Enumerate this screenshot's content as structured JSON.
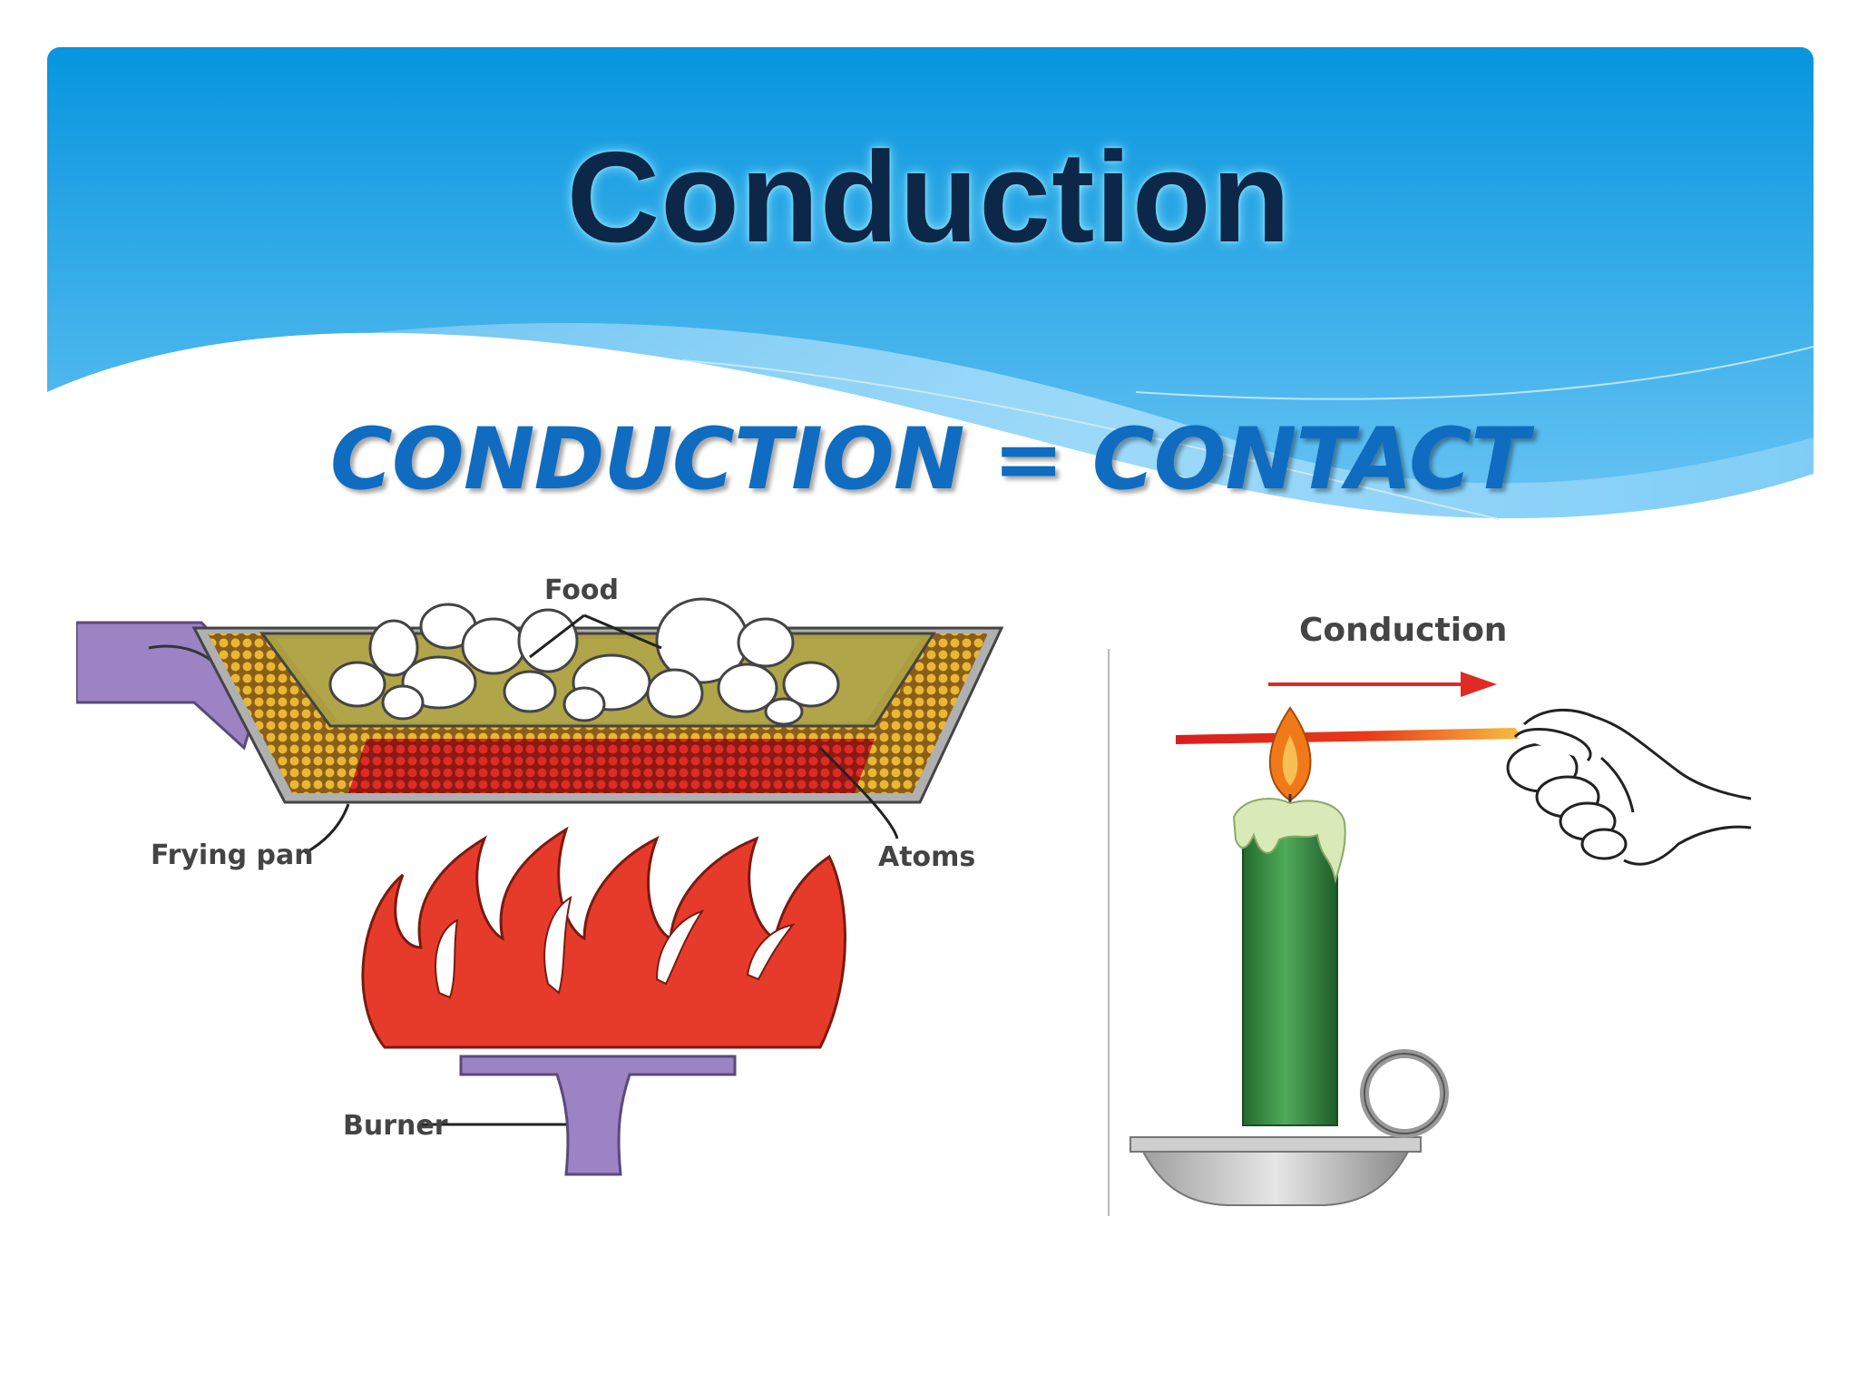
{
  "slide": {
    "title": "Conduction",
    "subtitle": "CONDUCTION = CONTACT"
  },
  "figure_left": {
    "labels": {
      "food": "Food",
      "frying_pan": "Frying pan",
      "atoms": "Atoms",
      "burner": "Burner"
    }
  },
  "figure_right": {
    "labels": {
      "conduction": "Conduction"
    }
  },
  "colors": {
    "header_top": "#0795de",
    "header_bottom": "#6cc6f4",
    "title": "#0d2748",
    "subtitle": "#0f6cc0",
    "flame": "#e63b2b",
    "burner": "#9c83c4",
    "hot_atoms": "#d42020",
    "warm_atoms": "#d8a018",
    "candle": "#2f8a3f"
  }
}
